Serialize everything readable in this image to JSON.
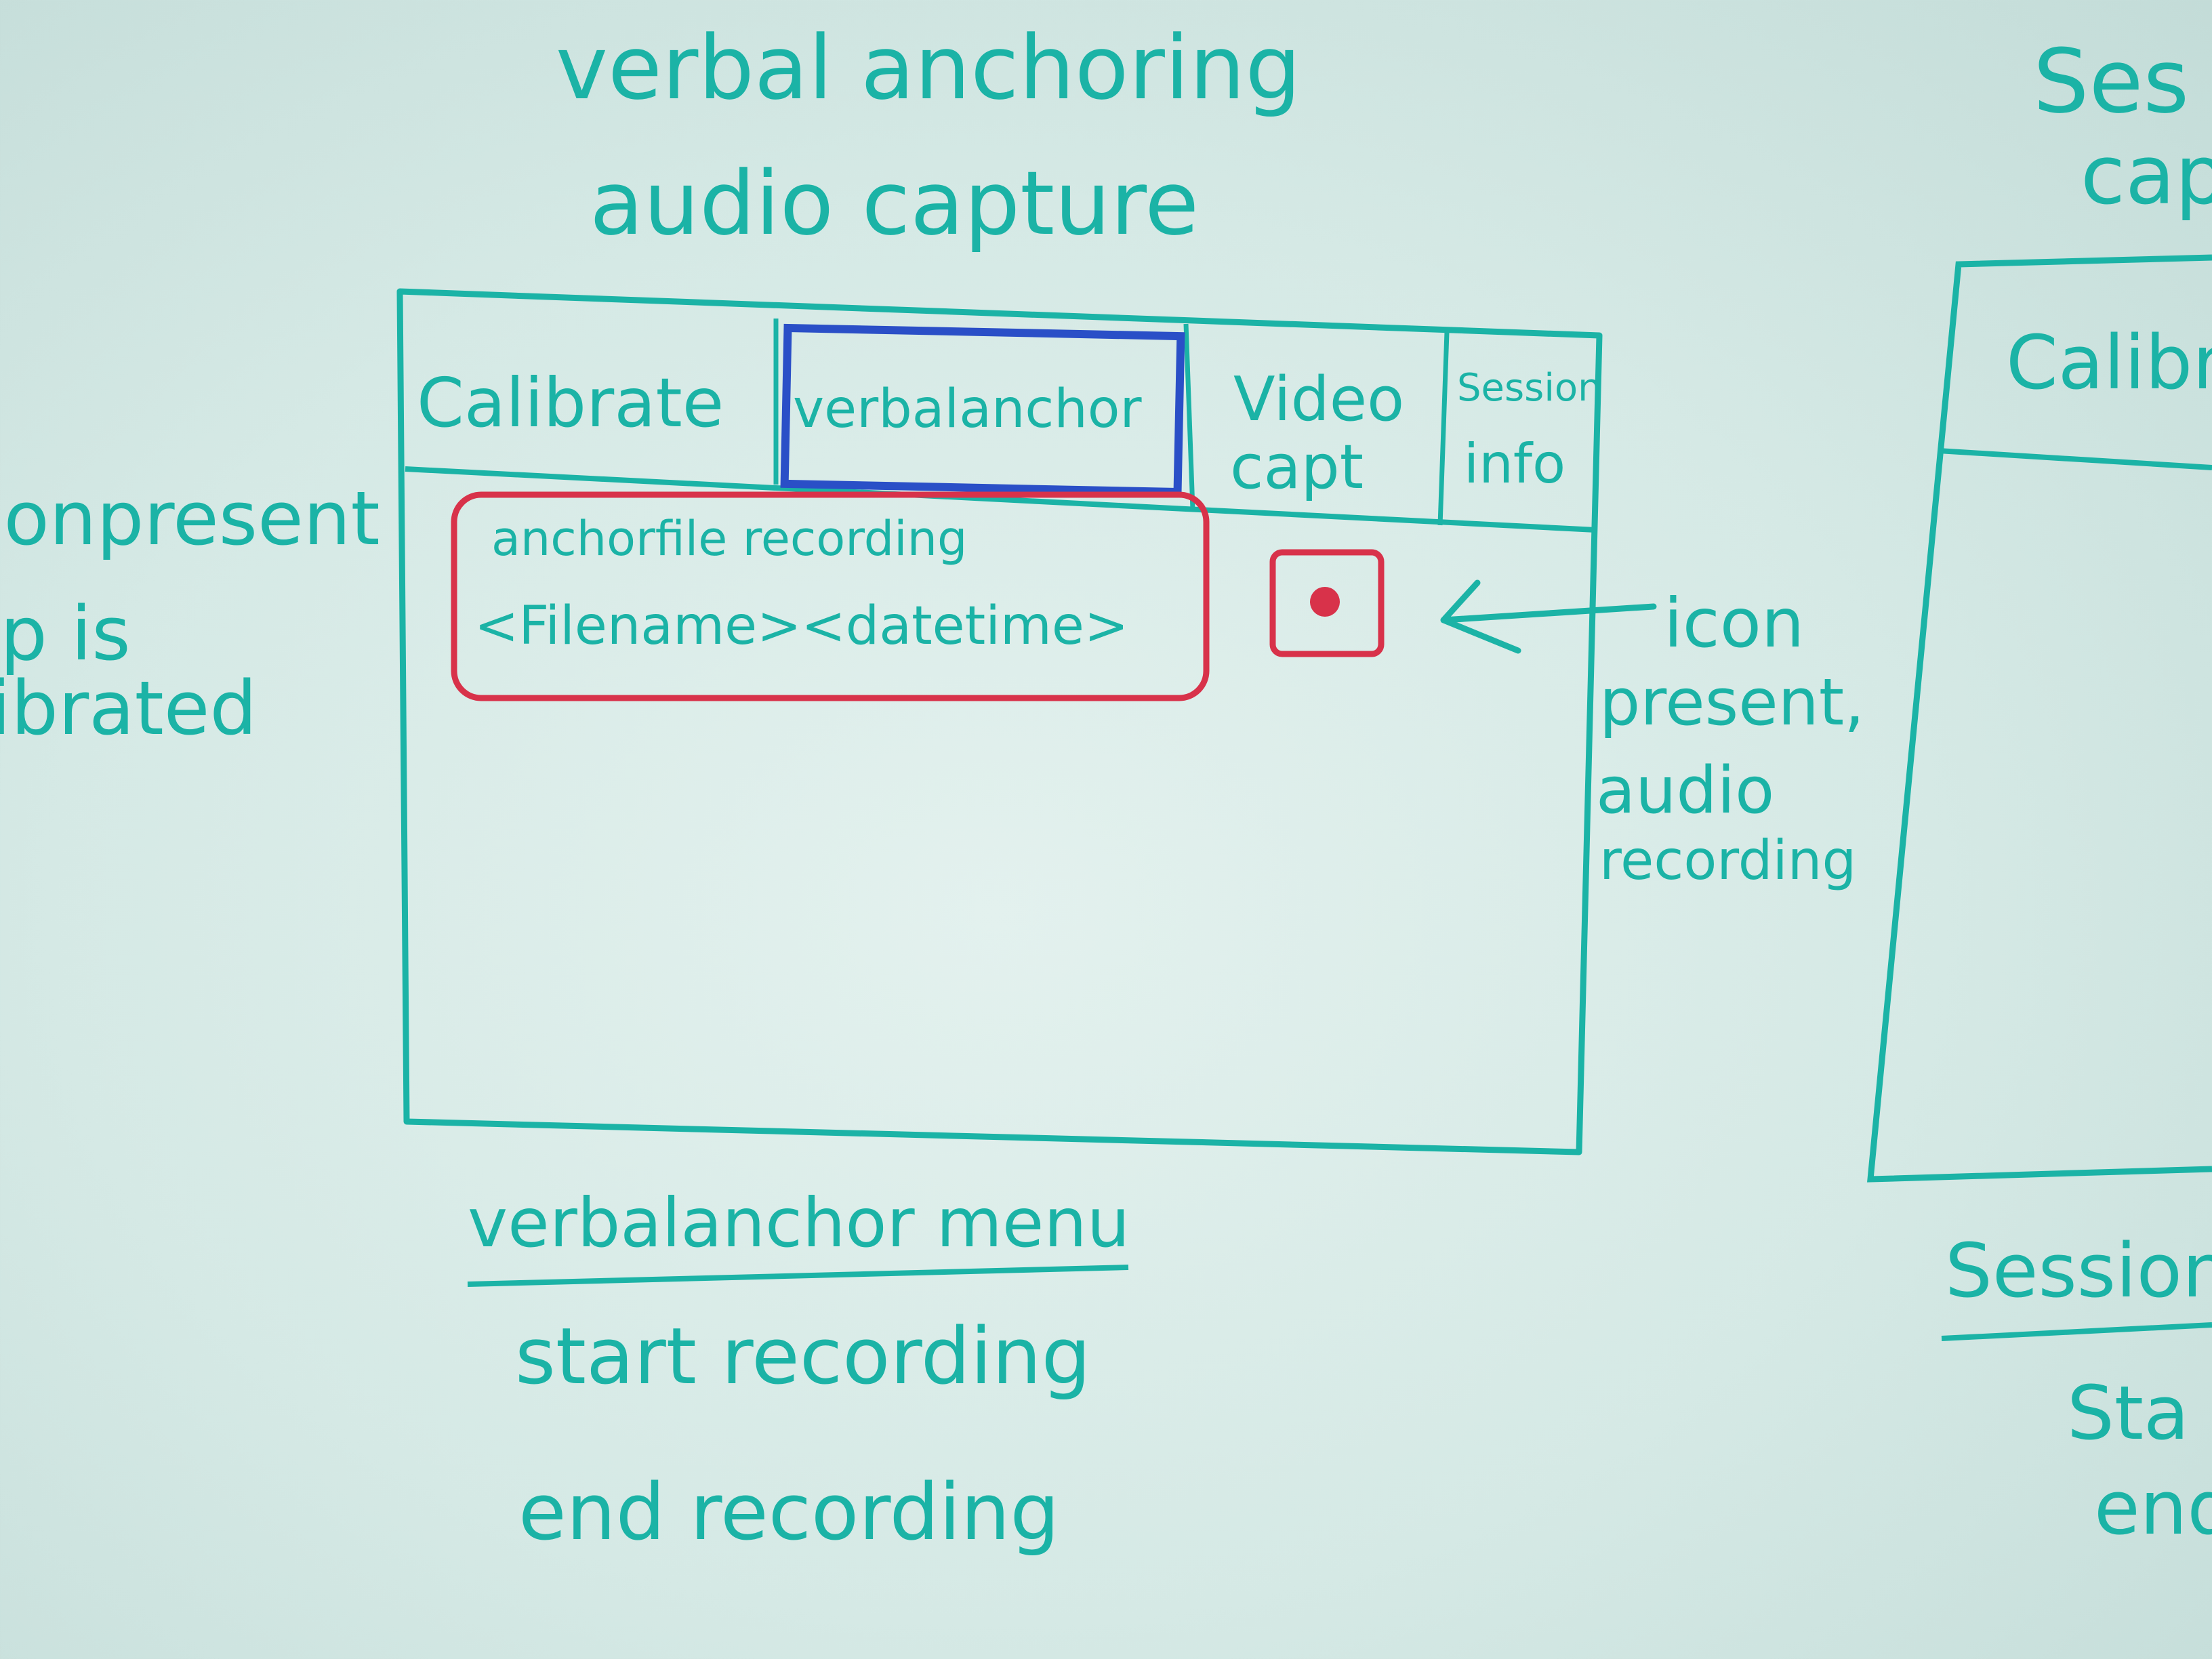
{
  "colors": {
    "board": "#d8ebe7",
    "marker_teal": "#1bb3a6",
    "marker_blue": "#2a4fc7",
    "marker_red": "#d8324a"
  },
  "heading": {
    "line1": "verbal anchoring",
    "line2": "audio capture"
  },
  "left_margin": {
    "line1": "conpresent",
    "line2": "p is",
    "line3": "librated"
  },
  "mockup": {
    "tabs": [
      {
        "label": "Calibrate"
      },
      {
        "label": "verbalanchor"
      },
      {
        "line1": "Video",
        "line2": "capt"
      },
      {
        "line1": "Session",
        "line2": "info"
      }
    ],
    "status_box": {
      "line1": "anchorfile recording",
      "line2": "<Filename><datetime>"
    },
    "record_icon": "record-dot-icon"
  },
  "annotation": {
    "line1": "icon",
    "line2": "present,",
    "line3": "audio",
    "line4": "recording"
  },
  "menu": {
    "title": "verbalanchor menu",
    "items": [
      "start recording",
      "end recording"
    ]
  },
  "right_partial": {
    "line1": "Ses",
    "line2": "cap",
    "tab_label": "Calibr",
    "menu_title": "Session",
    "item1": "Sta",
    "item2": "end"
  }
}
